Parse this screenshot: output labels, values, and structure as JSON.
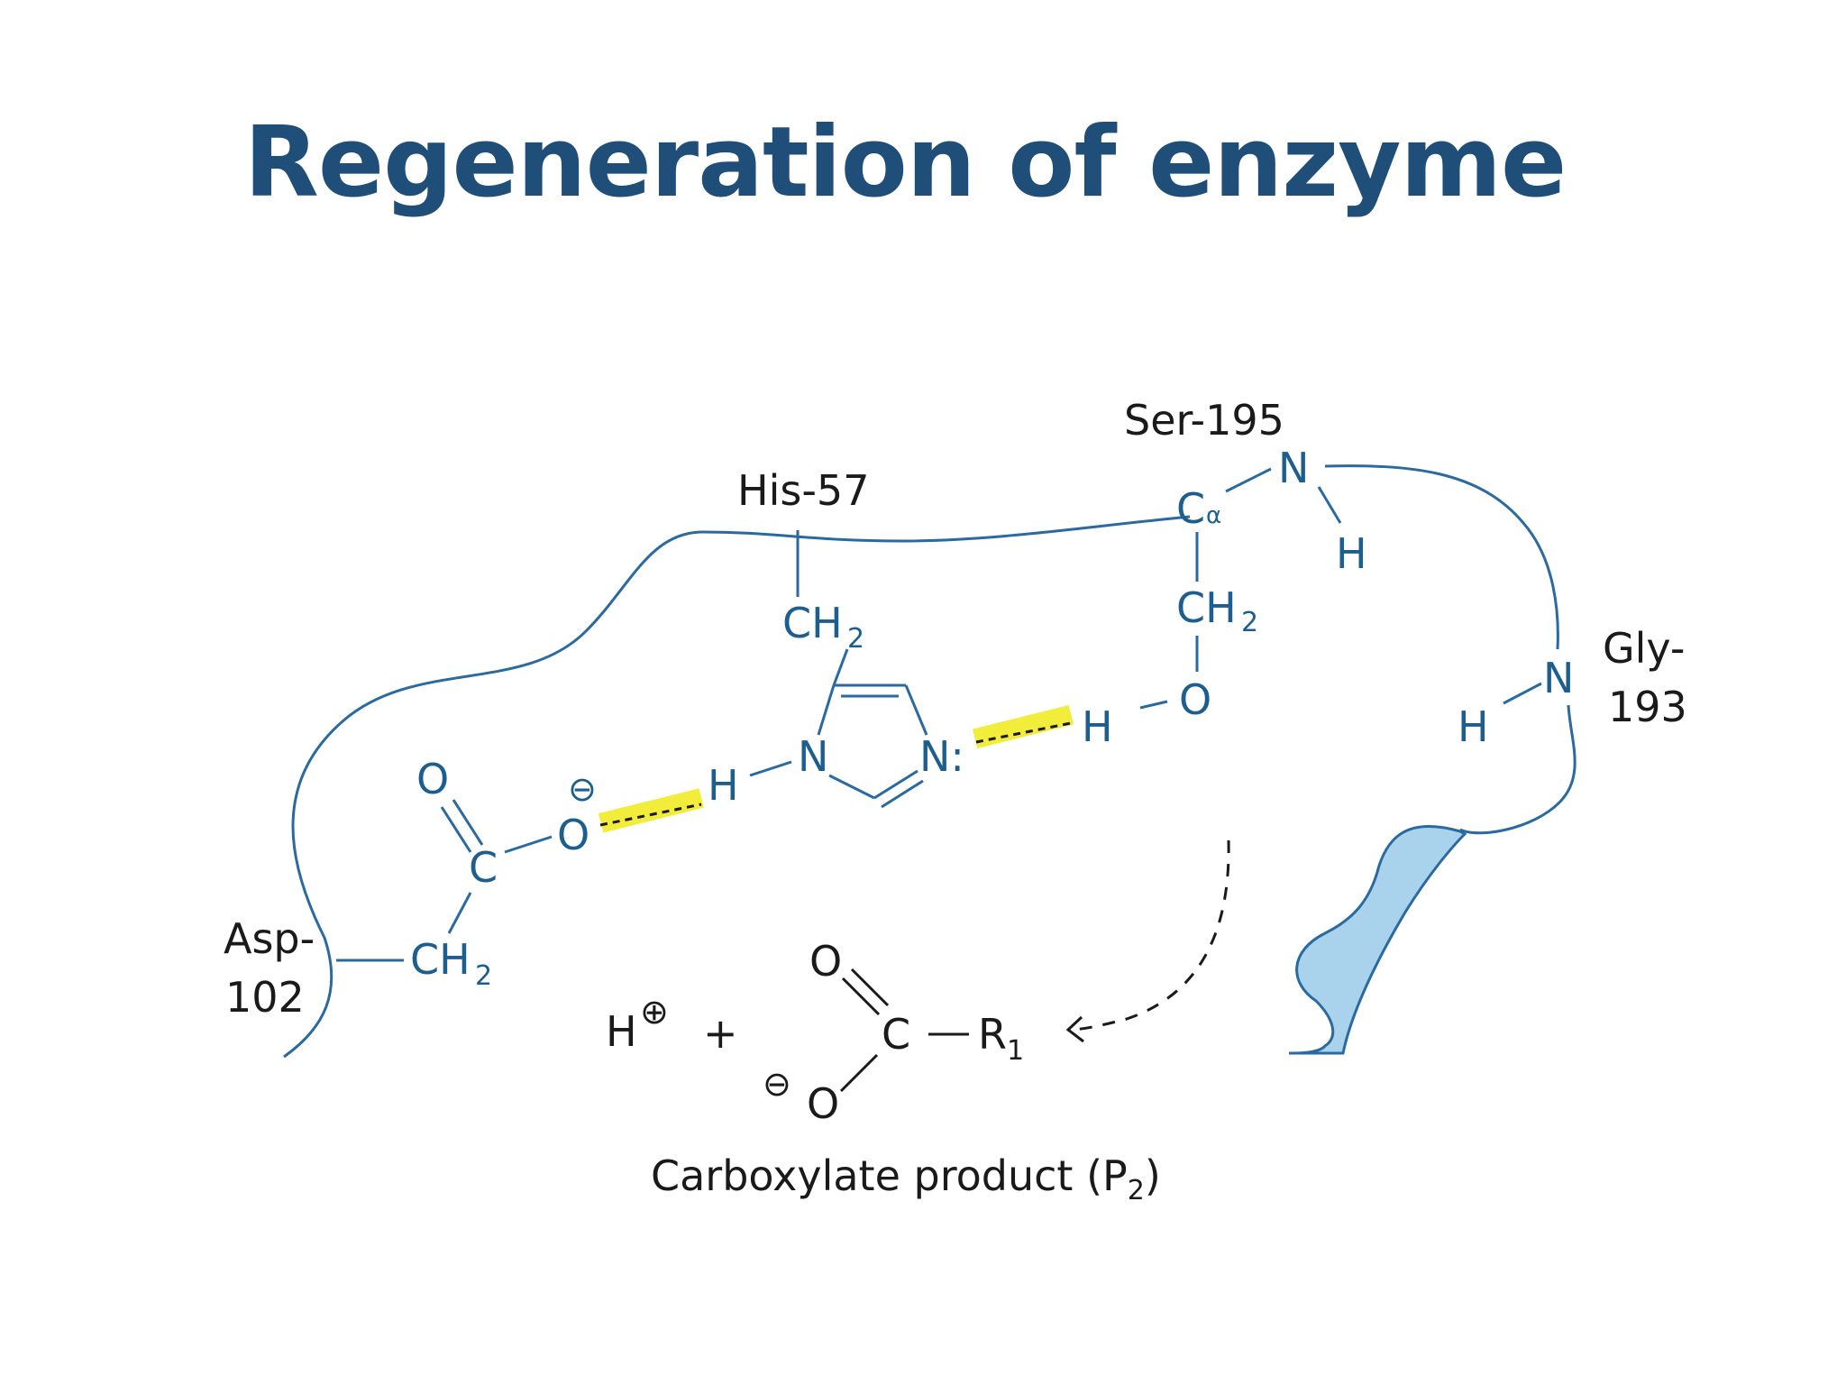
{
  "slide": {
    "title": "Regeneration of enzyme"
  },
  "diagram": {
    "residues": {
      "ser": "Ser-195",
      "his": "His-57",
      "gly_line1": "Gly-",
      "gly_line2": "193",
      "asp_line1": "Asp-",
      "asp_line2": "102"
    },
    "atoms": {
      "n": "N",
      "h": "H",
      "o": "O",
      "c": "C",
      "ca": "C",
      "alpha": "α",
      "ch": "CH",
      "sub2": "2",
      "n_colon": "N:",
      "r": "R",
      "sub1": "1",
      "plus": "+",
      "minus_symbol": "⊖",
      "plus_symbol": "⊕"
    },
    "product_caption_main": "Carboxylate product (P",
    "product_caption_sub": "2",
    "product_caption_end": ")",
    "colors": {
      "title": "#1f4e79",
      "atoms": "#1c5f8f",
      "labels": "#1a1a1a",
      "hbond_highlight": "#f2ec3a",
      "pocket_fill": "#a9d3ec"
    }
  }
}
